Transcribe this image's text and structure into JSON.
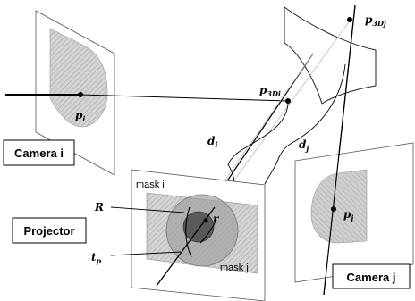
{
  "camera_i": {
    "label": "Camera i",
    "point_symbol": "p",
    "point_subscript": "i"
  },
  "camera_j": {
    "label": "Camera j",
    "point_symbol": "p",
    "point_subscript": "j"
  },
  "projector": {
    "label": "Projector",
    "mask_i_label": "mask i",
    "mask_j_label": "mask j",
    "radius_big_label": "R",
    "radius_small_label": "r",
    "tp_symbol": "t",
    "tp_subscript": "p"
  },
  "points_3d": {
    "p3di_symbol": "p",
    "p3di_subscript": "3Di",
    "p3dj_symbol": "p",
    "p3dj_subscript": "3Dj"
  },
  "distances": {
    "di_symbol": "d",
    "di_subscript": "i",
    "dj_symbol": "d",
    "dj_subscript": "j"
  },
  "colors": {
    "mask_fill": "#c8c8c8",
    "outer_circle": "#9a9a9a",
    "inner_circle": "#5a5a5a",
    "plane_stroke": "#555555"
  }
}
